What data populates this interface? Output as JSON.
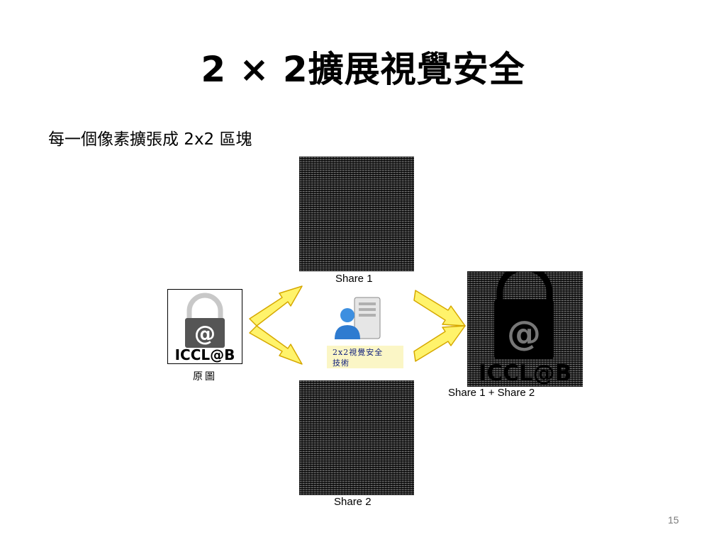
{
  "slide": {
    "title": "2 × 2擴展視覺安全",
    "bullet": "每一個像素擴張成 2x2 區塊",
    "share1_label": "Share 1",
    "share2_label": "Share 2",
    "combined_label": "Share 1 + Share 2",
    "original_label": "原圖",
    "technique_label_line1": "2x2視覺安全",
    "technique_label_line2": "技術",
    "logo_text": "ICCL@B",
    "logo_at": "@",
    "page_number": "15"
  },
  "colors": {
    "arrow_fill": "#fff36b",
    "arrow_stroke": "#d6a800",
    "lock_gray": "#555555",
    "label_bg": "#fbf6c6"
  }
}
